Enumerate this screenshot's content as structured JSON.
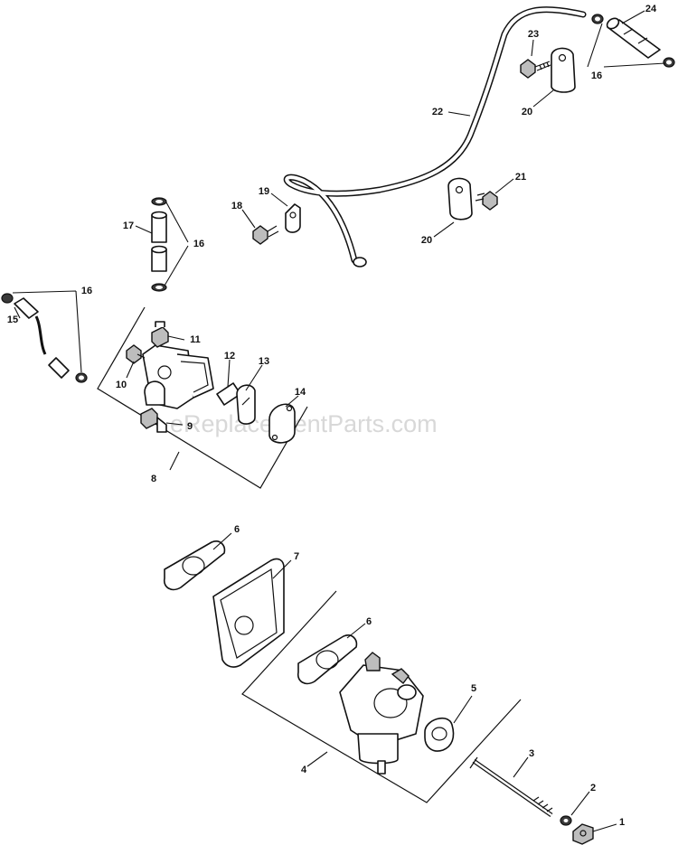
{
  "watermark": "eReplacementParts.com",
  "callouts": {
    "c1": "1",
    "c2": "2",
    "c3": "3",
    "c4": "4",
    "c5": "5",
    "c6a": "6",
    "c6b": "6",
    "c7": "7",
    "c8": "8",
    "c9": "9",
    "c10": "10",
    "c11": "11",
    "c12": "12",
    "c13": "13",
    "c14": "14",
    "c15": "15",
    "c16a": "16",
    "c16b": "16",
    "c16c": "16",
    "c17": "17",
    "c18": "18",
    "c19": "19",
    "c20a": "20",
    "c20b": "20",
    "c21": "21",
    "c22": "22",
    "c23": "23",
    "c24": "24"
  }
}
